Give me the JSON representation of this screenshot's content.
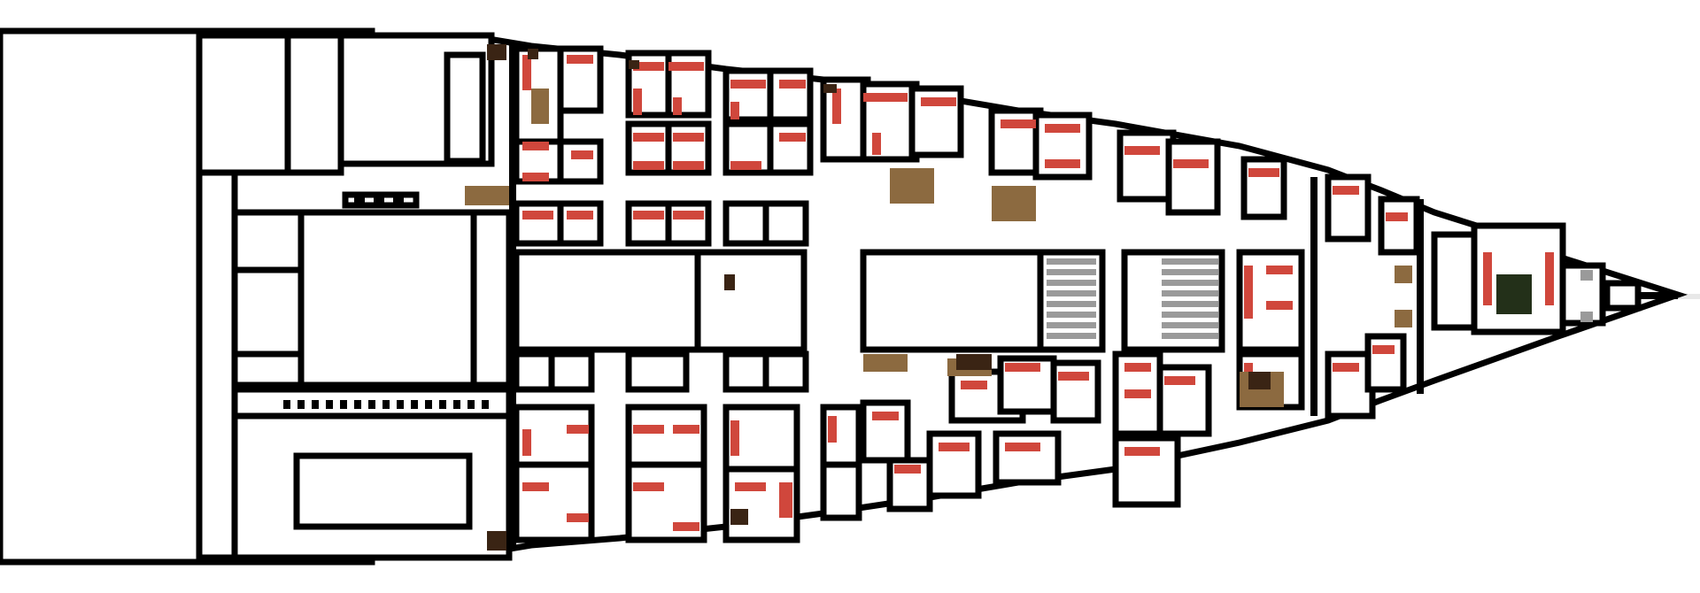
{
  "scene": {
    "kind": "spaceship-deck-plan",
    "view": "top-down"
  },
  "palette": {
    "background": "#ffffff",
    "hull": "#000000",
    "bunk": "#d0473c",
    "cargo": "#8c6a40",
    "dark_prop": "#3a2414",
    "engine_core": "#233019",
    "grate": "#9a9a9a",
    "centerline": "#e8e8e8"
  },
  "legend_items": [
    {
      "id": "bunk",
      "color_key": "bunk"
    },
    {
      "id": "cargo-crate",
      "color_key": "cargo"
    },
    {
      "id": "stair-grate",
      "color_key": "grate"
    },
    {
      "id": "reactor-core",
      "color_key": "engine_core"
    }
  ]
}
